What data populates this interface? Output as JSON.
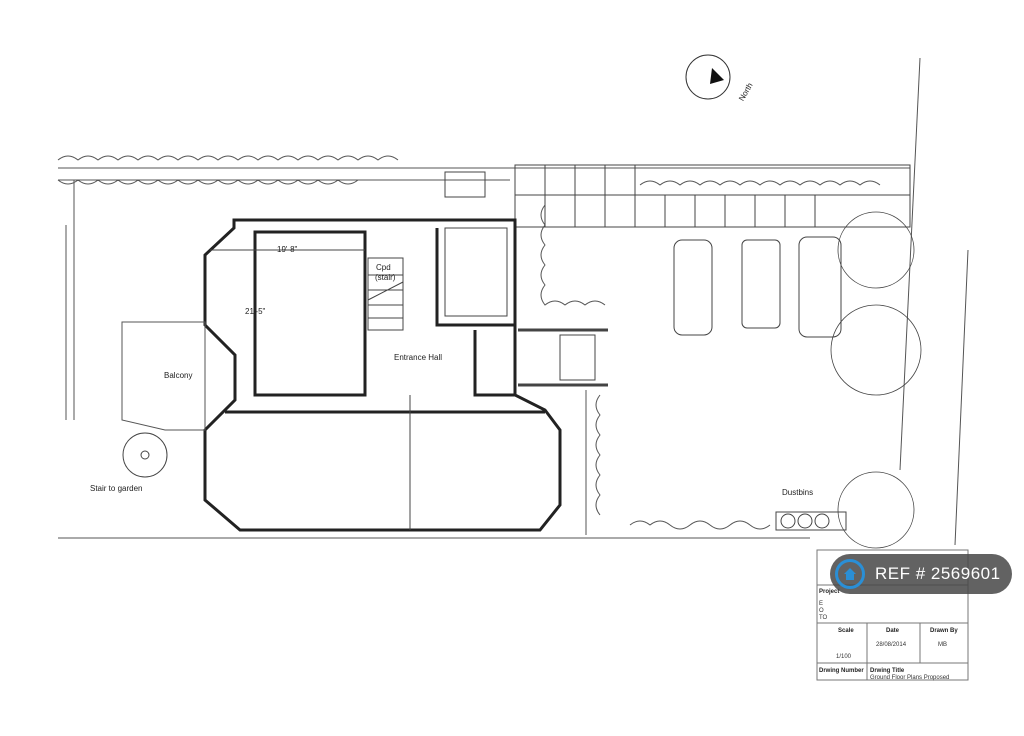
{
  "compass": {
    "label": "North"
  },
  "rooms": {
    "living_width": "19'-8\"",
    "living_depth": "21'-5\"",
    "cupboard_line1": "Cpd",
    "cupboard_line2": "(stair)",
    "entrance_hall": "Entrance Hall",
    "balcony": "Balcony",
    "stair_to_garden": "Stair to garden",
    "dustbins": "Dustbins"
  },
  "title_block": {
    "project_label": "Project",
    "project_lines": [
      "E",
      "O",
      "TO"
    ],
    "scale_label": "Scale",
    "scale_value": "1/100",
    "date_label": "Date",
    "date_value": "28/08/2014",
    "drawn_by_label": "Drawn By",
    "drawn_by_value": "MB",
    "drawing_number_label": "Drwing Number",
    "drawing_title_label": "Drwing Title",
    "drawing_title_value": "Ground Floor Plans Proposed"
  },
  "watermark": {
    "text": "REF # 2569601",
    "accent": "#2a8fd6"
  }
}
